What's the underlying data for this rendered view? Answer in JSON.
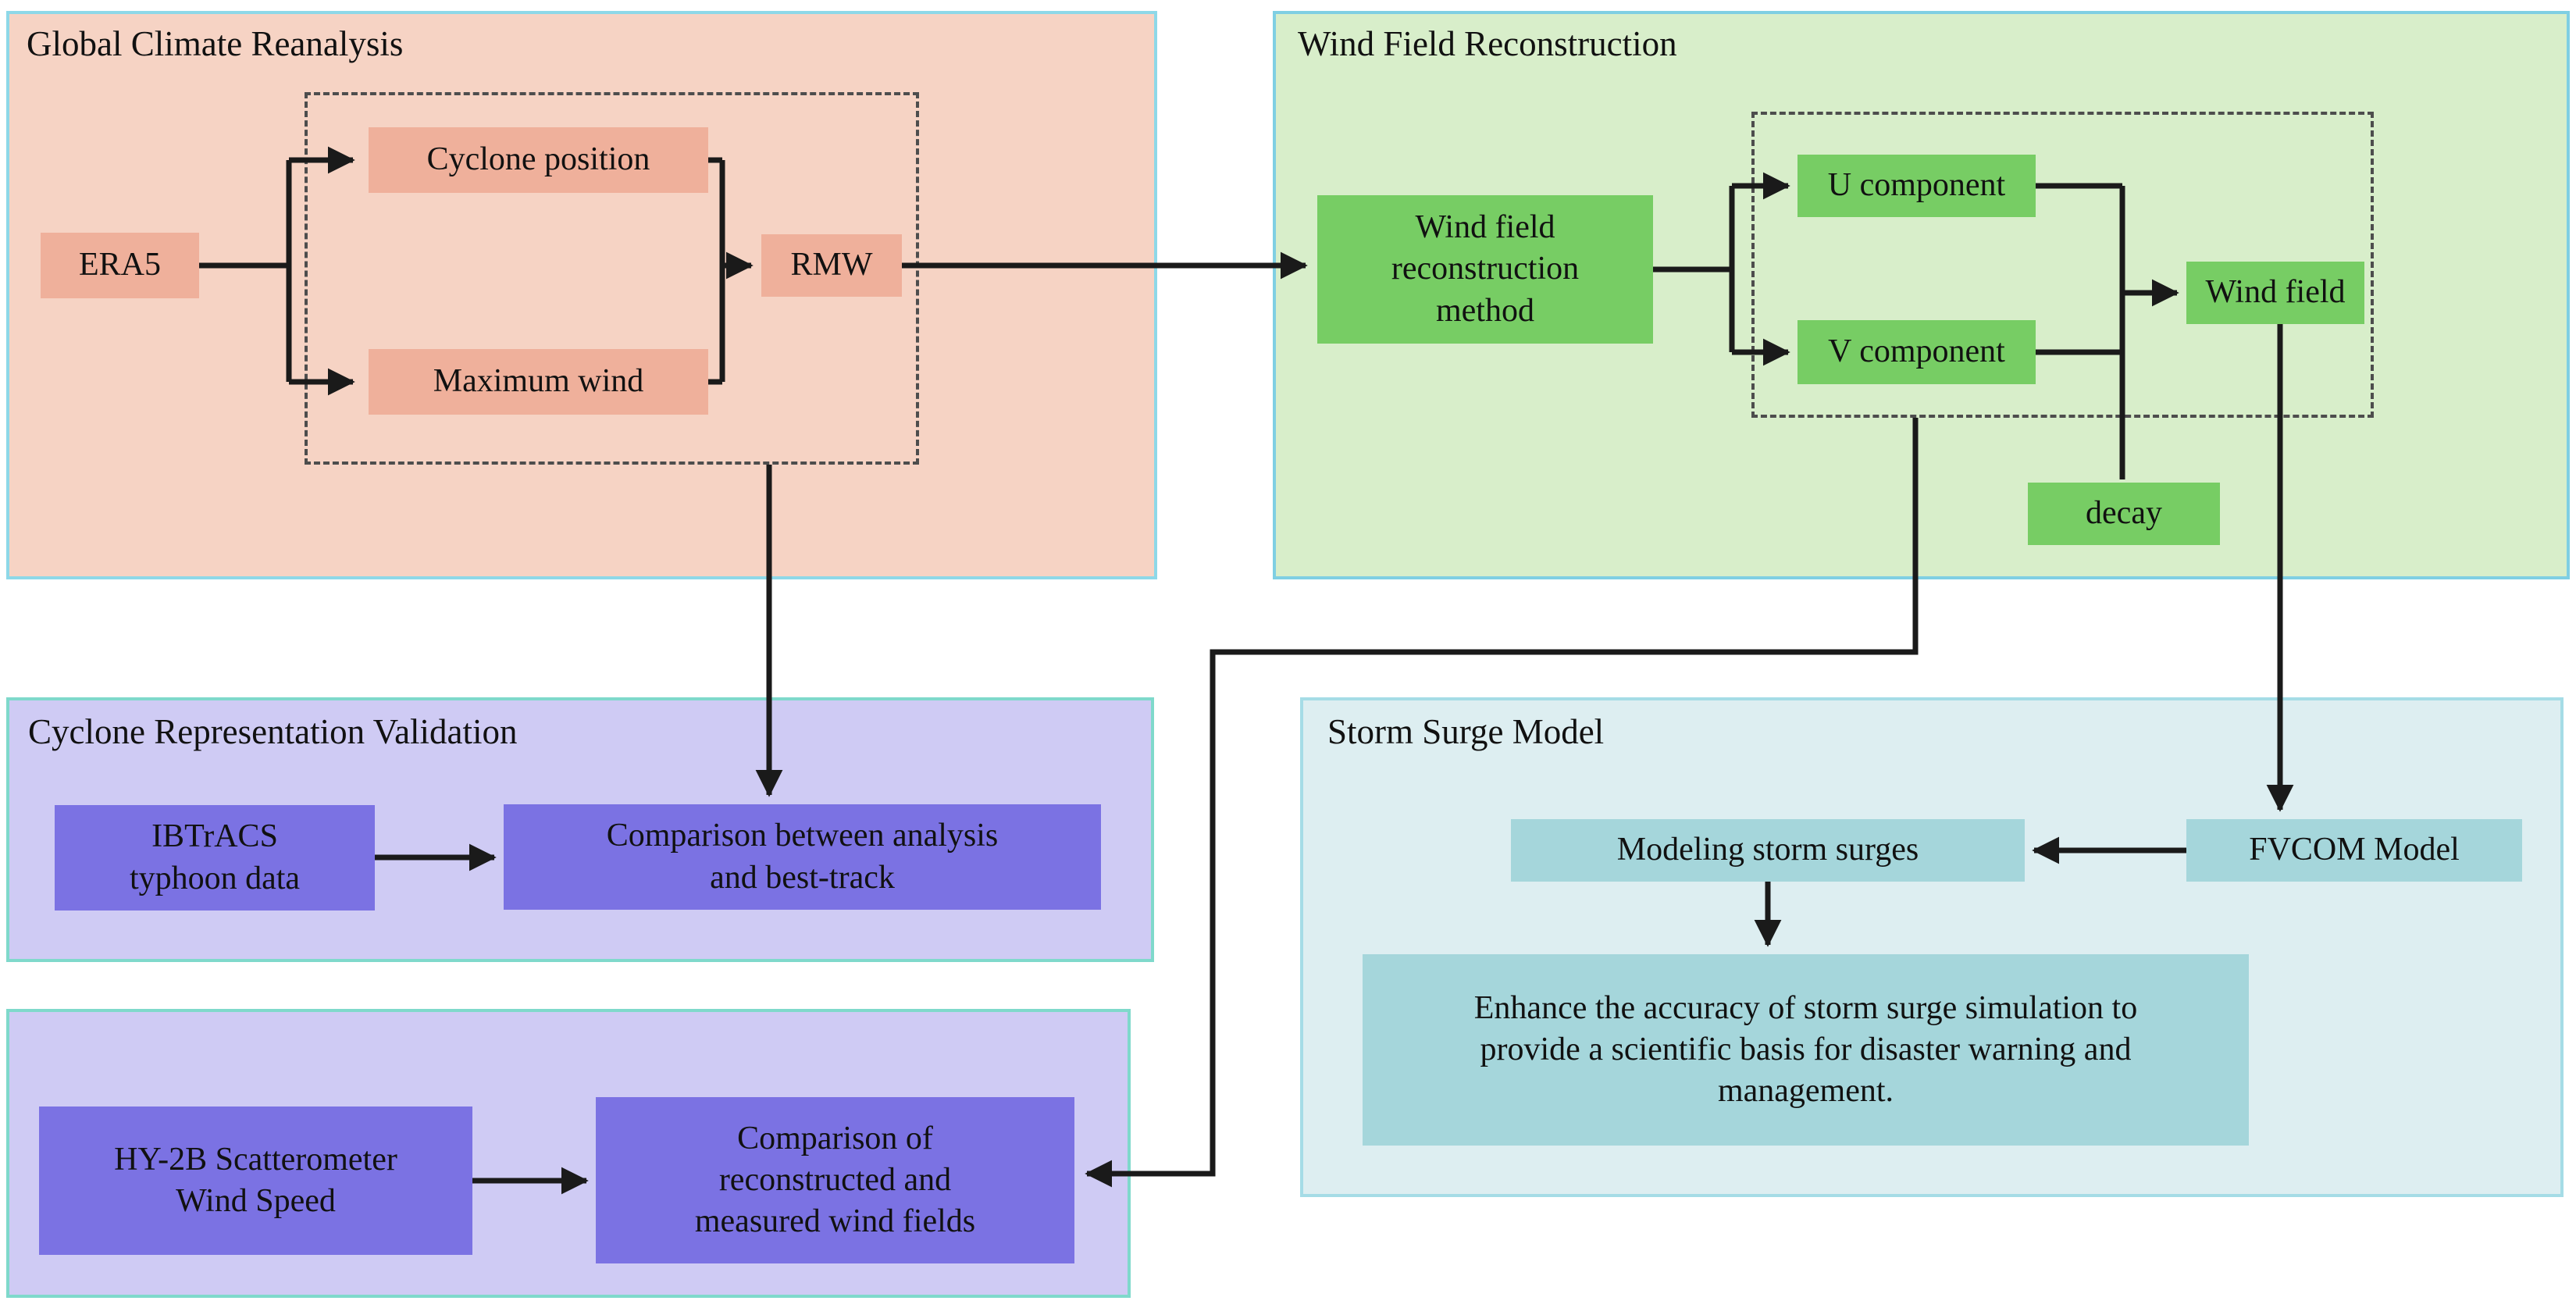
{
  "colors": {
    "background": "#ffffff",
    "line": "#1a1a1a",
    "dashed_border": "#4d4d4d",
    "panel1_fill": "#f6d3c4",
    "panel1_border": "#8ed8e8",
    "panel1_node_fill": "#efb09b",
    "panel2_fill": "#d8eeca",
    "panel2_border": "#7fcfe3",
    "panel2_node_fill": "#77cd64",
    "panel3_fill": "#cfcbf4",
    "panel3_border": "#7fd9cb",
    "panel3_node_fill": "#7b72e3",
    "panel4_fill": "#cfcbf4",
    "panel4_border": "#7fd9cb",
    "panel4_node_fill": "#7b72e3",
    "panel5_fill": "#ddeef1",
    "panel5_border": "#a5dce6",
    "panel5_node_fill": "#a5d6db"
  },
  "panels": {
    "global_climate_reanalysis": {
      "title": "Global Climate Reanalysis",
      "nodes": {
        "era5": "ERA5",
        "cyclone_position": "Cyclone position",
        "maximum_wind": "Maximum wind",
        "rmw": "RMW"
      }
    },
    "wind_field_reconstruction": {
      "title": "Wind Field Reconstruction",
      "nodes": {
        "method": "Wind field\nreconstruction\nmethod",
        "u_component": "U component",
        "v_component": "V component",
        "wind_field": "Wind field",
        "decay": "decay"
      }
    },
    "cyclone_representation_validation": {
      "title": "Cyclone Representation Validation",
      "nodes": {
        "ibtracs": "IBTrACS\ntyphoon data",
        "comparison_best_track": "Comparison between analysis\nand best-track"
      }
    },
    "wind_speed_validation": {
      "nodes": {
        "hy2b": "HY-2B Scatterometer\nWind Speed",
        "comparison_wind_fields": "Comparison of\nreconstructed and\nmeasured wind fields"
      }
    },
    "storm_surge_model": {
      "title": "Storm Surge Model",
      "nodes": {
        "modeling": "Modeling storm surges",
        "fvcom": "FVCOM Model",
        "enhance": "Enhance the accuracy of storm surge simulation to\nprovide a scientific basis for disaster warning and\nmanagement."
      }
    }
  }
}
